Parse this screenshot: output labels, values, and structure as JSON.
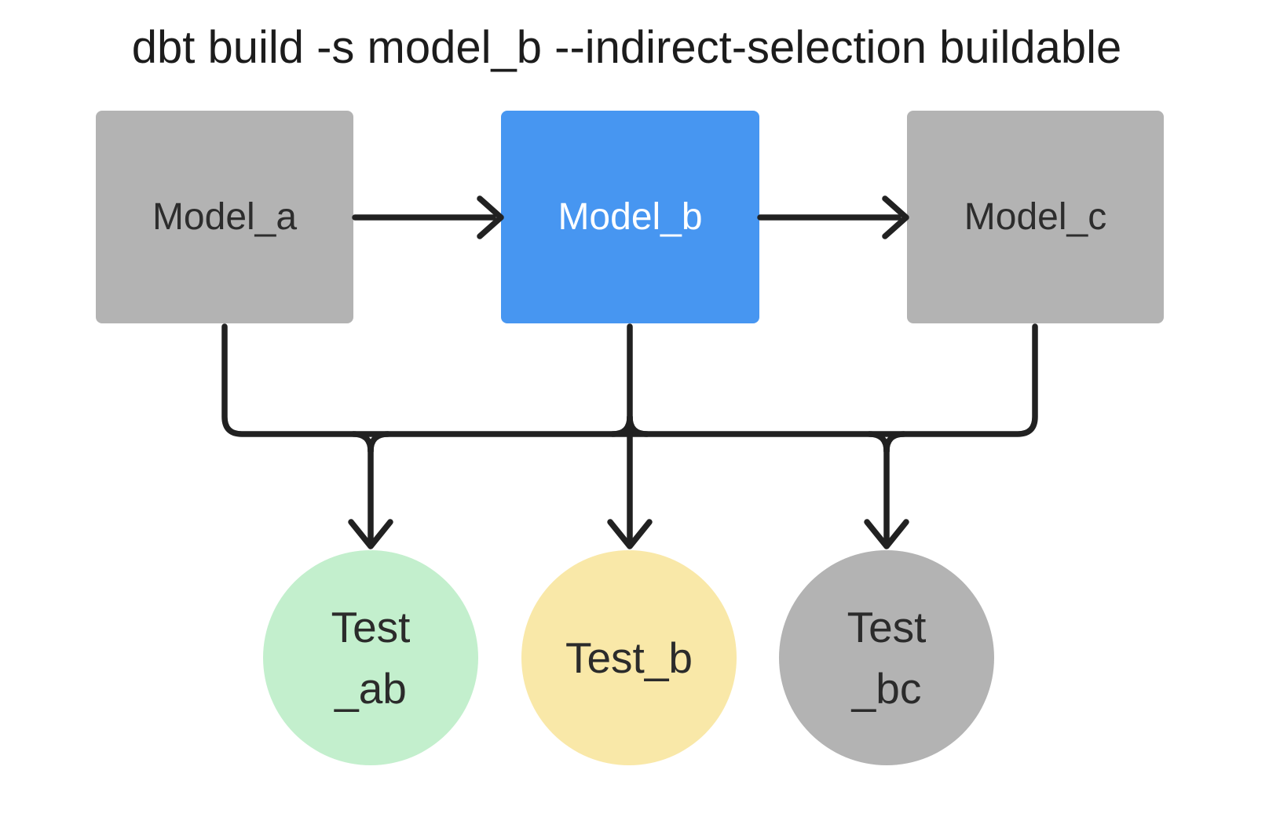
{
  "title": "dbt build -s model_b --indirect-selection buildable",
  "colors": {
    "background": "#ffffff",
    "model_gray": "#b3b3b3",
    "model_selected_blue": "#4796f1",
    "test_green": "#c3efcd",
    "test_yellow": "#f9e8a8",
    "test_gray": "#b3b3b3",
    "connector_stroke": "#212121",
    "title_text": "#1c1c1c",
    "dark_label_text": "#2d2d2d",
    "selected_label_text": "#ffffff"
  },
  "nodes": {
    "models": [
      {
        "id": "model_a",
        "label": "Model_a",
        "variant": "gray",
        "color": "#b3b3b3"
      },
      {
        "id": "model_b",
        "label": "Model_b",
        "variant": "blue-selected",
        "color": "#4796f1"
      },
      {
        "id": "model_c",
        "label": "Model_c",
        "variant": "gray",
        "color": "#b3b3b3"
      }
    ],
    "tests": [
      {
        "id": "test_ab",
        "line1": "Test",
        "line2": "_ab",
        "variant": "green",
        "color": "#c3efcd"
      },
      {
        "id": "test_b",
        "line1": "Test_b",
        "line2": null,
        "variant": "yellow",
        "color": "#f9e8a8"
      },
      {
        "id": "test_bc",
        "line1": "Test",
        "line2": "_bc",
        "variant": "gray",
        "color": "#b3b3b3"
      }
    ]
  },
  "edges": [
    {
      "sources": [
        "model_a"
      ],
      "target": "model_b",
      "style": "arrow-right"
    },
    {
      "sources": [
        "model_b"
      ],
      "target": "model_c",
      "style": "arrow-right"
    },
    {
      "sources": [
        "model_a",
        "model_b"
      ],
      "target": "test_ab",
      "style": "merged-arrow-down"
    },
    {
      "sources": [
        "model_b"
      ],
      "target": "test_b",
      "style": "arrow-down"
    },
    {
      "sources": [
        "model_b",
        "model_c"
      ],
      "target": "test_bc",
      "style": "merged-arrow-down"
    }
  ]
}
